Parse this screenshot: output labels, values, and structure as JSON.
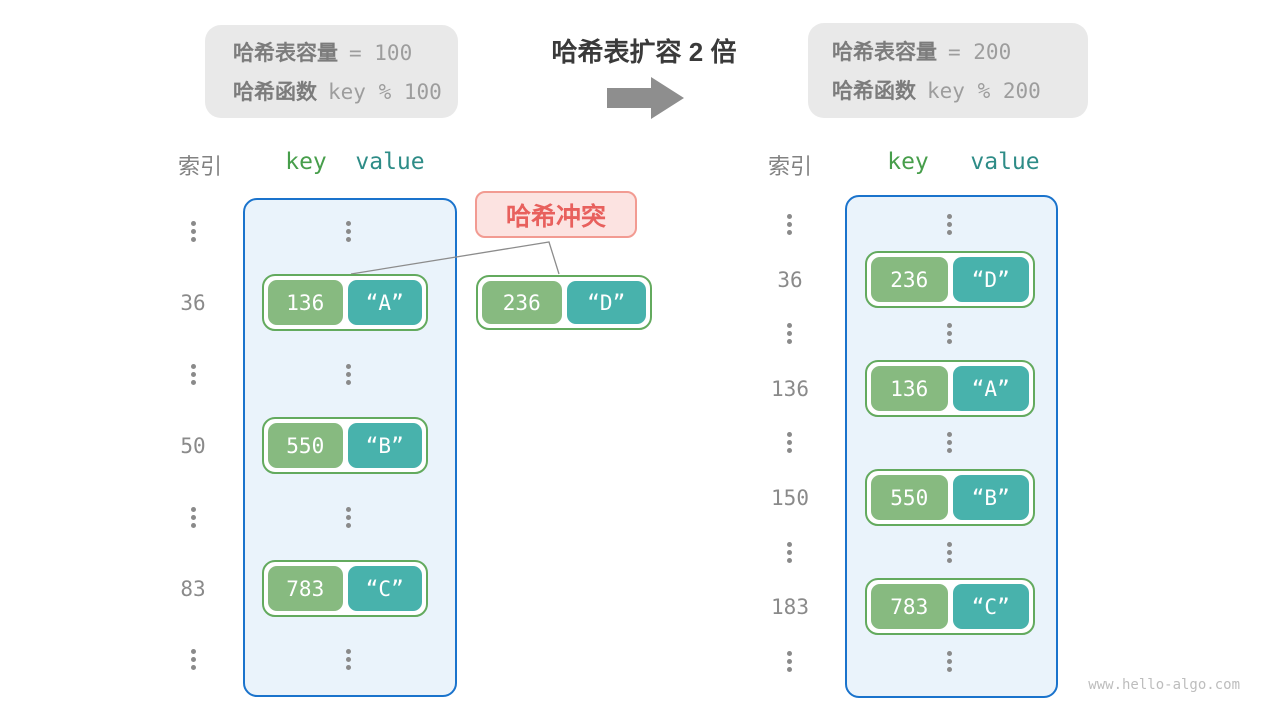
{
  "left_info": {
    "line1_label": "哈希表容量",
    "line1_value": "= 100",
    "line2_label": "哈希函数",
    "line2_value": "key % 100"
  },
  "right_info": {
    "line1_label": "哈希表容量",
    "line1_value": "= 200",
    "line2_label": "哈希函数",
    "line2_value": "key % 200"
  },
  "transition": {
    "title": "哈希表扩容 2 倍"
  },
  "collision": {
    "label": "哈希冲突",
    "entry": {
      "key": "236",
      "value": "“D”"
    }
  },
  "left_table": {
    "headers": {
      "index": "索引",
      "key": "key",
      "value": "value"
    },
    "rows": [
      {
        "type": "ellipsis"
      },
      {
        "type": "entry",
        "index": "36",
        "key": "136",
        "value": "“A”"
      },
      {
        "type": "ellipsis"
      },
      {
        "type": "entry",
        "index": "50",
        "key": "550",
        "value": "“B”"
      },
      {
        "type": "ellipsis"
      },
      {
        "type": "entry",
        "index": "83",
        "key": "783",
        "value": "“C”"
      },
      {
        "type": "ellipsis"
      }
    ]
  },
  "right_table": {
    "headers": {
      "index": "索引",
      "key": "key",
      "value": "value"
    },
    "rows": [
      {
        "type": "ellipsis"
      },
      {
        "type": "entry",
        "index": "36",
        "key": "236",
        "value": "“D”"
      },
      {
        "type": "ellipsis"
      },
      {
        "type": "entry",
        "index": "136",
        "key": "136",
        "value": "“A”"
      },
      {
        "type": "ellipsis"
      },
      {
        "type": "entry",
        "index": "150",
        "key": "550",
        "value": "“B”"
      },
      {
        "type": "ellipsis"
      },
      {
        "type": "entry",
        "index": "183",
        "key": "783",
        "value": "“C”"
      },
      {
        "type": "ellipsis"
      }
    ]
  },
  "watermark": "www.hello-algo.com",
  "colors": {
    "key_cell": "#87ba80",
    "value_cell": "#48b2ac",
    "pair_border": "#63aa5e",
    "body_fill": "#eaf3fb",
    "body_border": "#1a73cc",
    "collision_fill": "#fce3e1",
    "collision_border": "#f29b92",
    "collision_text": "#e8605d",
    "header_key": "#479e4b",
    "header_value": "#2e8c87",
    "gray_text": "#8a8a8a",
    "info_box_fill": "#e9e9e9"
  }
}
